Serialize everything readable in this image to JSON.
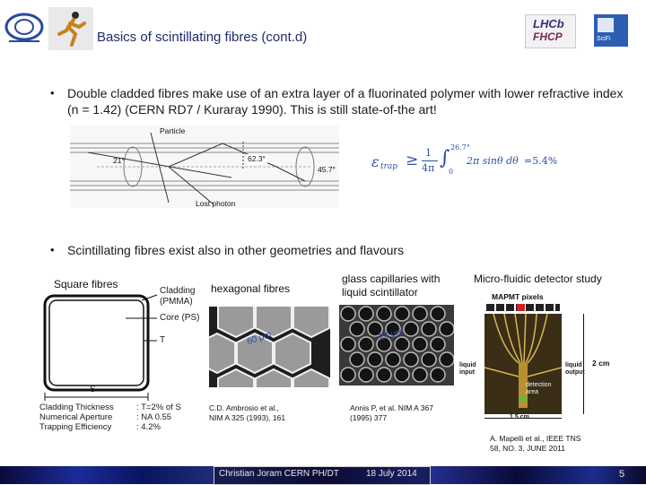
{
  "slide": {
    "title": "Basics of scintillating fibres (cont.d)",
    "bullet1": "Double cladded fibres make use of an extra layer of a fluorinated polymer with lower refractive index  (n = 1.42)    (CERN RD7 / Kuraray 1990). This is still state-of-the art!",
    "bullet2": "Scintillating fibres exist also in other geometries and flavours",
    "bullet_marker": "•"
  },
  "logos": {
    "cern_text": "",
    "lhcb_text": "LHCb",
    "lhcb_sub": "FHCP",
    "sci_text": "SciFi"
  },
  "fibre_diagram": {
    "particle_label": "Particle",
    "angle_left": "21°",
    "angle_mid": "62.3°",
    "angle_right": "45.7°",
    "lost_photon_label": "Lost photon"
  },
  "formula": {
    "lhs": "ε",
    "lhs_sub": "trap",
    "ge": "≥",
    "frac_num": "1",
    "frac_den": "4π",
    "int_upper": "26.7°",
    "int_lower": "0",
    "integrand": "2π sinθ dθ",
    "result": "=5.4%"
  },
  "panels": {
    "square": {
      "caption": "Square fibres",
      "cladding": "Cladding",
      "pmma": "(PMMA)",
      "core": "Core (PS)",
      "t_label": "T",
      "s_label": "S",
      "spec_rows": [
        {
          "k": "Cladding Thickness",
          "v": ": T=2% of S"
        },
        {
          "k": "Numerical Aperture",
          "v": ": NA   0.55"
        },
        {
          "k": "Trapping Efficiency",
          "v": ": 4.2%"
        }
      ]
    },
    "hexagonal": {
      "caption": "hexagonal fibres",
      "scale": "60 μm",
      "reference_line1": "C.D. Ambrosio et al.,",
      "reference_line2": "NIM A 325 (1993), 161"
    },
    "glass": {
      "caption_line1": "glass capillaries with",
      "caption_line2": "liquid scintillator",
      "scale": "22 μm",
      "reference_line1": "Annis P, et al. NIM A 367",
      "reference_line2": "(1995)  377"
    },
    "microfluidic": {
      "caption": "Micro-fluidic detector study",
      "pixels_label": "MAPMT pixels",
      "liquid_input_1": "liquid",
      "liquid_input_2": "input",
      "liquid_output_1": "liquid",
      "liquid_output_2": "output",
      "detection_1": "detection",
      "detection_2": "area",
      "width_label": "1.5 cm",
      "height_label": "2 cm",
      "reference_line1": "A. Mapelli et al., IEEE TNS",
      "reference_line2": "58, NO. 3, JUNE 2011"
    }
  },
  "footer": {
    "author": "Christian Joram   CERN  PH/DT",
    "date": "18 July 2014",
    "page": "5"
  }
}
